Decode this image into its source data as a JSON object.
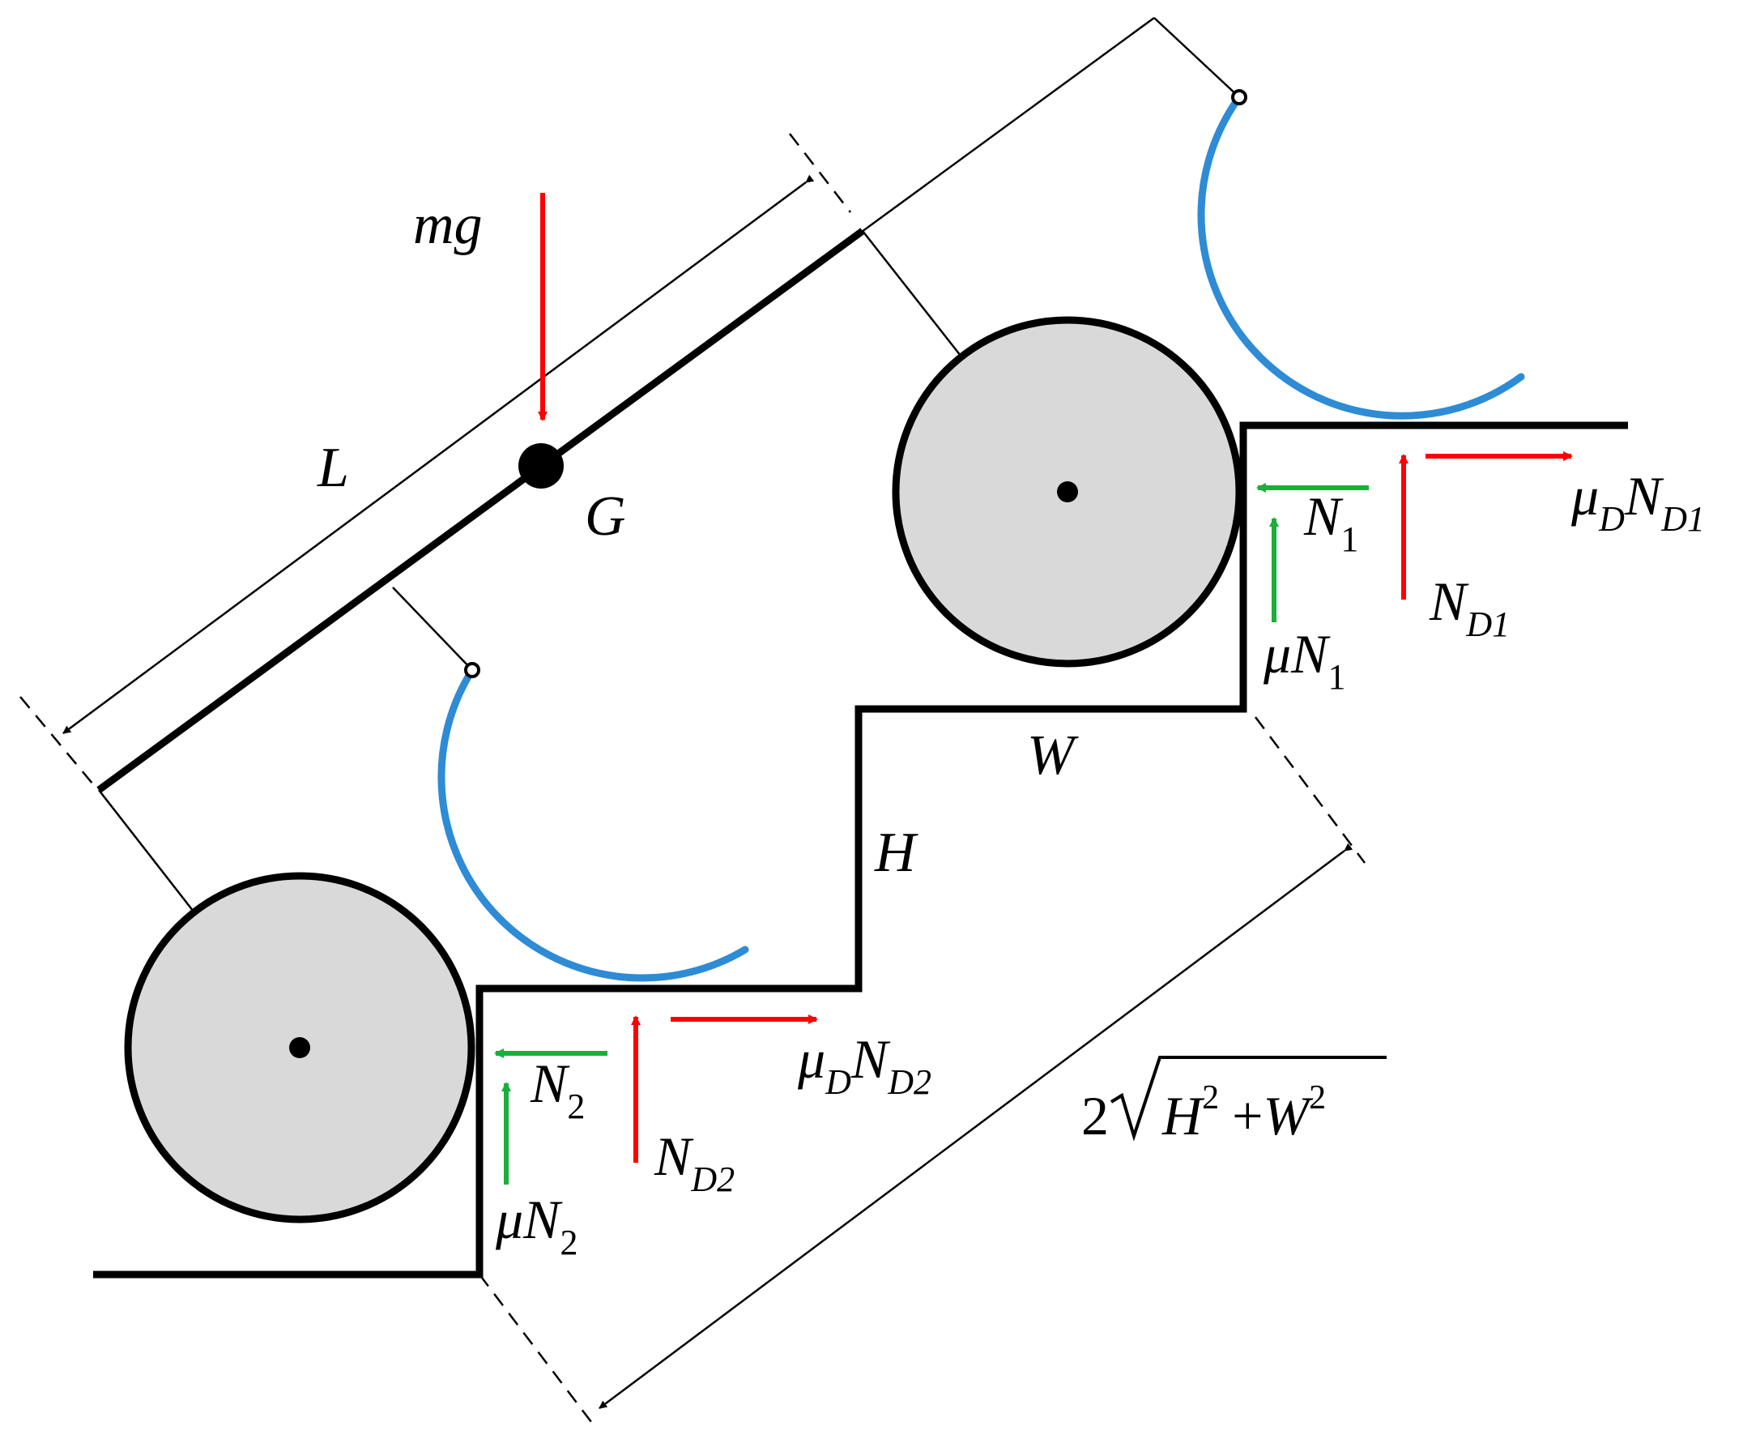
{
  "colors": {
    "structure": "#000000",
    "wheel_fill": "#d9d9d9",
    "blue_arc": "#2e8bd6",
    "red_arrow": "#ff0000",
    "green_arrow": "#1aaf3a"
  },
  "labels": {
    "mg": {
      "base": "mg"
    },
    "L": {
      "base": "L"
    },
    "G": {
      "base": "G"
    },
    "W": {
      "base": "W"
    },
    "H": {
      "base": "H"
    },
    "N1": {
      "base": "N",
      "sub": "1"
    },
    "muN1": {
      "mu": "μ",
      "base": "N",
      "sub": "1"
    },
    "ND1": {
      "base": "N",
      "sub": "D1"
    },
    "muDND1": {
      "mu": "μ",
      "musub": "D",
      "base": "N",
      "sub": "D1"
    },
    "N2": {
      "base": "N",
      "sub": "2"
    },
    "muN2": {
      "mu": "μ",
      "base": "N",
      "sub": "2"
    },
    "ND2": {
      "base": "N",
      "sub": "D2"
    },
    "muDND2": {
      "mu": "μ",
      "musub": "D",
      "base": "N",
      "sub": "D2"
    },
    "diag": {
      "coef": "2",
      "H": "H",
      "Hexp": "2",
      "plus": "+",
      "W": "W",
      "Wexp": "2"
    }
  }
}
